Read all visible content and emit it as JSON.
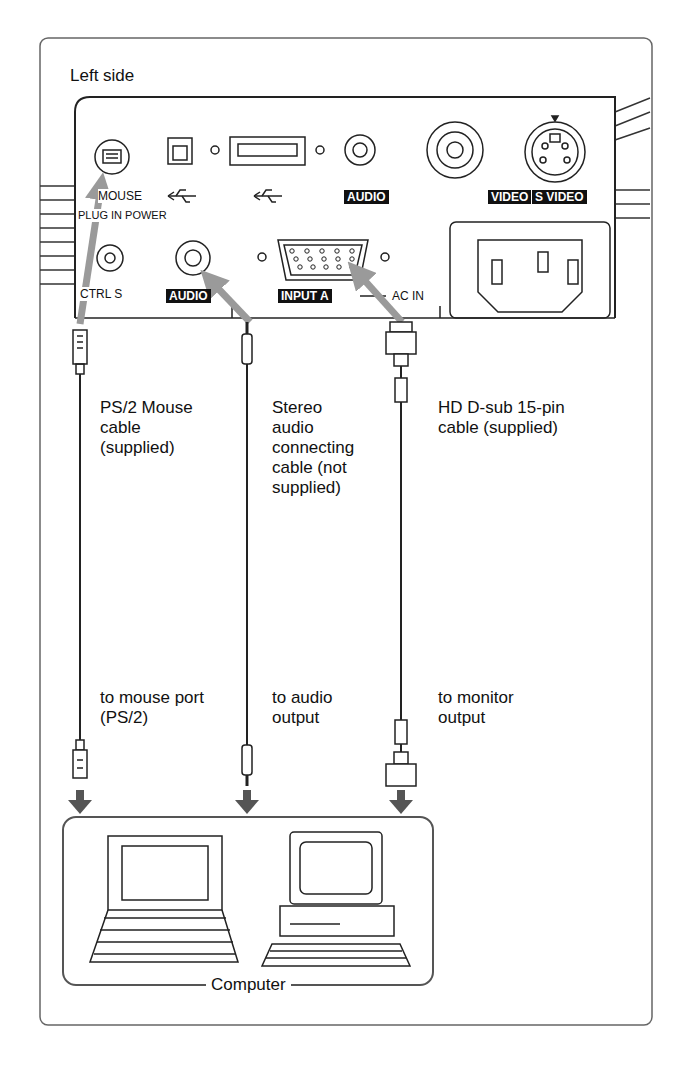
{
  "diagram": {
    "nodes": [
      {
        "text": [
          "Computer"
        ]
      }
    ],
    "labels": [
      "Left side",
      "MOUSE",
      "AUDIO",
      "VIDEO",
      "S VIDEO",
      "PLUG IN POWER",
      "CTRL S",
      "AUDIO",
      "INPUT A",
      "AC IN",
      "PS/2 Mouse cable (supplied)",
      "Stereo audio connecting cable (not supplied)",
      "HD D-sub 15-pin cable (supplied)",
      "to mouse port (PS/2)",
      "to audio output",
      "to monitor output"
    ]
  }
}
